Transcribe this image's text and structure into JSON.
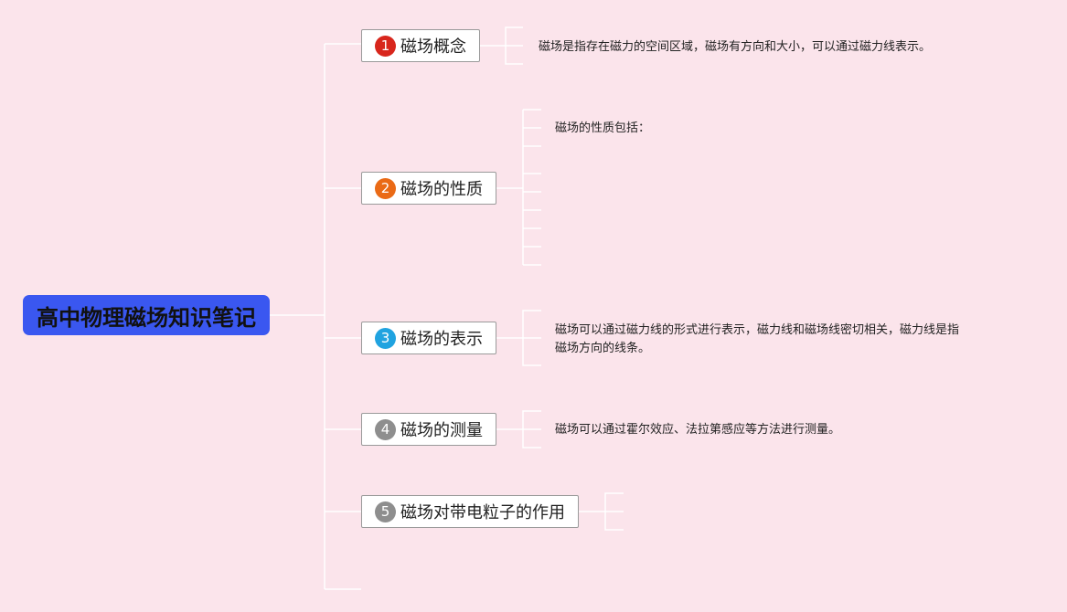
{
  "root": {
    "title": "高中物理磁场知识笔记"
  },
  "topics": [
    {
      "num": "1",
      "label": "磁场概念",
      "color": "#d8261c",
      "desc": [
        "磁场是指存在磁力的空间区域，磁场有方向和大小，可以通过磁力线表示。"
      ]
    },
    {
      "num": "2",
      "label": "磁场的性质",
      "color": "#ea6a16",
      "desc": [
        "磁场的性质包括："
      ]
    },
    {
      "num": "3",
      "label": "磁场的表示",
      "color": "#20a3e0",
      "desc": [
        "磁场可以通过磁力线的形式进行表示，磁力线和磁场线密切相关，磁力线是指",
        "磁场方向的线条。"
      ]
    },
    {
      "num": "4",
      "label": "磁场的测量",
      "color": "#8e8e8e",
      "desc": [
        "磁场可以通过霍尔效应、法拉第感应等方法进行测量。"
      ]
    },
    {
      "num": "5",
      "label": "磁场对带电粒子的作用",
      "color": "#8e8e8e",
      "desc": []
    }
  ]
}
